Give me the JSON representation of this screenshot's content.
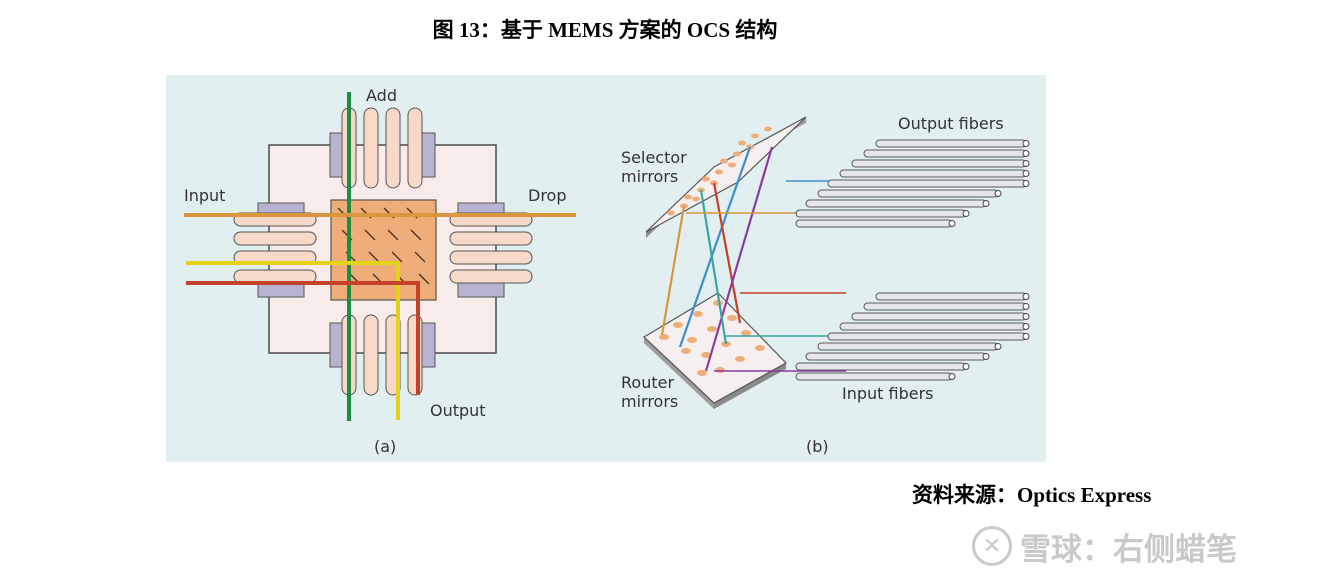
{
  "figure_title": "图 13：基于 MEMS 方案的 OCS 结构",
  "panel_a": {
    "label_add": "Add",
    "label_input": "Input",
    "label_drop": "Drop",
    "label_output": "Output",
    "caption": "(a)"
  },
  "panel_b": {
    "label_selector": [
      "Selector",
      "mirrors"
    ],
    "label_router": [
      "Router",
      "mirrors"
    ],
    "label_output_fibers": "Output fibers",
    "label_input_fibers": "Input fibers",
    "caption": "(b)"
  },
  "source": "资料来源：Optics Express",
  "watermark": {
    "text": "雪球：右侧蜡笔",
    "logo": "snowball-logo-icon"
  },
  "colors": {
    "background_panel": "#e2eff1",
    "chip_base": "#f7ece9",
    "mirror_array": "#efad79",
    "fiber_pink": "#f6d9c9",
    "fiber_lavender": "#b9b3d2",
    "green_beam": "#1e8e3e",
    "orange_beam": "#d9963e",
    "yellow_beam": "#e4d21a",
    "red_beam": "#c4422a",
    "purple_beam": "#8b3aa5",
    "blue_beam": "#3b8fd0",
    "teal_beam": "#3aa6a0"
  }
}
